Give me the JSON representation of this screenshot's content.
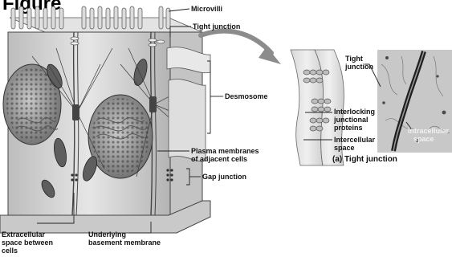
{
  "figure": {
    "title_fragment": "Figure",
    "caption": "(a) Tight junction"
  },
  "labels": {
    "microvilli": "Microvilli",
    "tight_junction": "Tight junction",
    "desmosome": "Desmosome",
    "plasma_membranes_1": "Plasma membranes",
    "plasma_membranes_2": "of adjacent cells",
    "gap_junction": "Gap junction",
    "extracellular_1": "Extracellular",
    "extracellular_2": "space between",
    "extracellular_3": "cells",
    "basement_1": "Underlying",
    "basement_2": "basement membrane",
    "inset_tight_1": "Tight",
    "inset_tight_2": "junction",
    "interlocking_1": "Interlocking",
    "interlocking_2": "junctional",
    "interlocking_3": "proteins",
    "intercellular_1": "Intercellular",
    "intercellular_2": "space",
    "micro_intercellular_1": "Intracellular",
    "micro_intercellular_2": "space"
  },
  "colors": {
    "cell_fill": "#d6d6d6",
    "cell_shade": "#a8a8a8",
    "nucleus": "#7a7a7a",
    "mito": "#5a5a5a",
    "line": "#333333",
    "arrow": "#8c8c8c"
  }
}
